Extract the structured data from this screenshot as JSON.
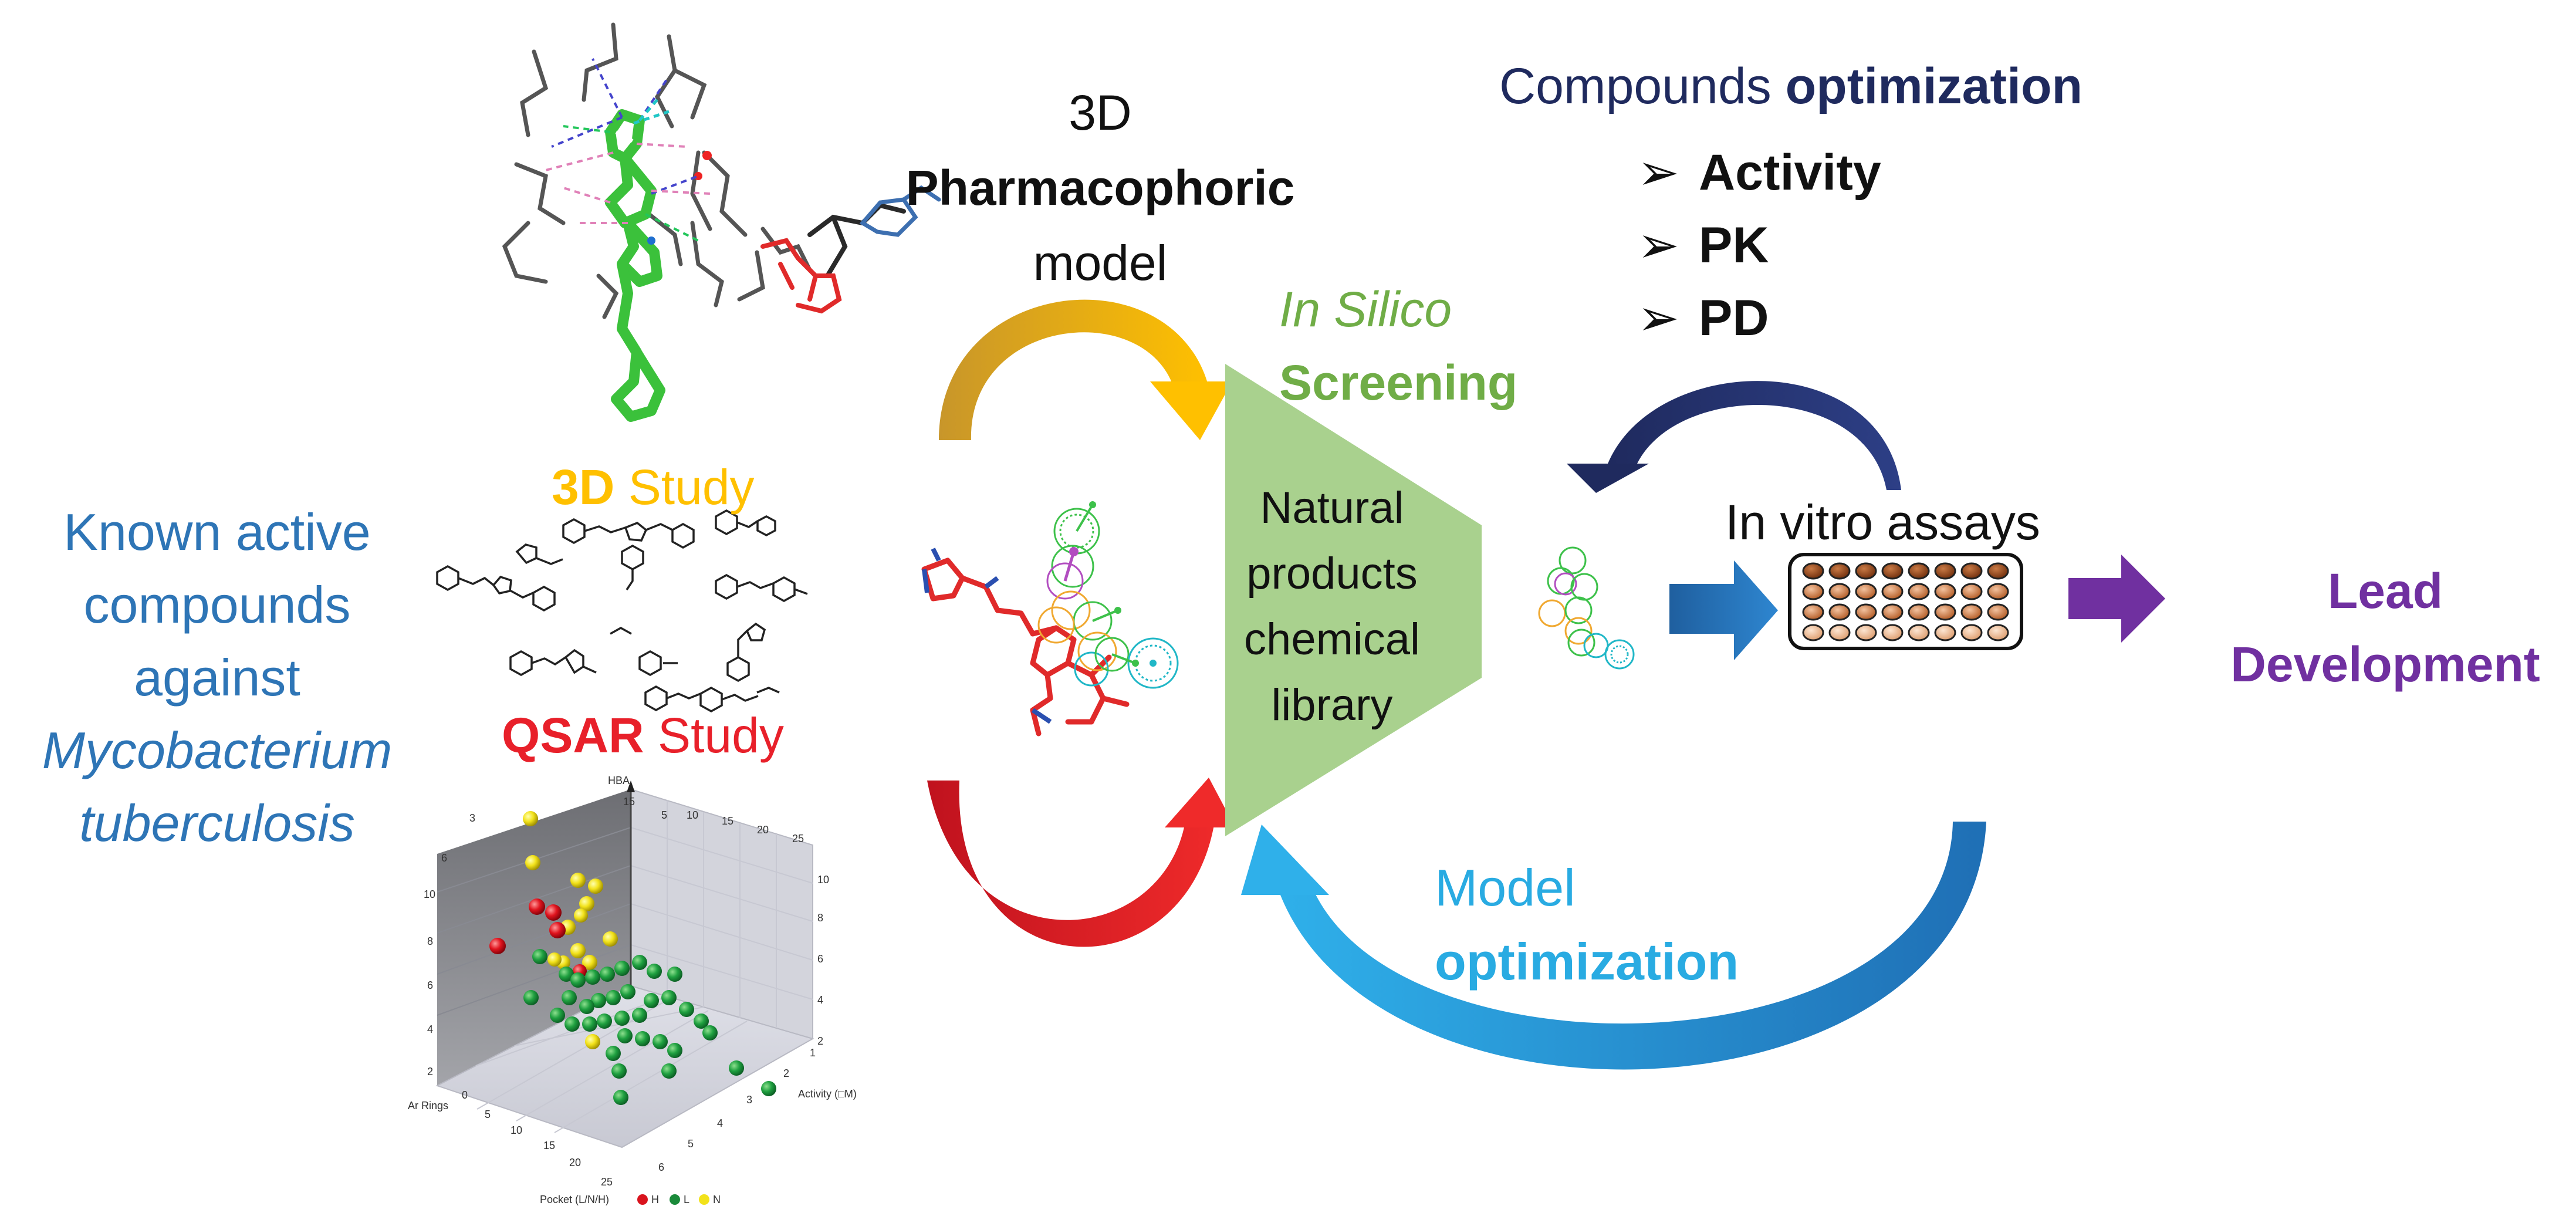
{
  "known_active": {
    "line1": "Known active",
    "line2": "compounds",
    "line3": "against",
    "line4": "Mycobacterium",
    "line5": "tuberculosis"
  },
  "study_3d": {
    "bold": "3D",
    "rest": "Study"
  },
  "study_qsar": {
    "bold": "QSAR",
    "rest": "Study"
  },
  "pharmacophore": {
    "line1": "3D",
    "line2": "Pharmacophoric",
    "line3": "model"
  },
  "in_silico": {
    "line1": "In Silico",
    "line2": "Screening"
  },
  "library": {
    "line1": "Natural",
    "line2": "products",
    "line3": "chemical",
    "line4": "library"
  },
  "compounds_opt": {
    "title_plain": "Compounds",
    "title_bold": "optimization",
    "items": [
      "Activity",
      "PK",
      "PD"
    ],
    "bullet": "➢"
  },
  "in_vitro": "In vitro assays",
  "lead": {
    "line1": "Lead",
    "line2": "Development"
  },
  "model_opt": {
    "line1": "Model",
    "line2": "optimization"
  },
  "qsar_plot": {
    "z_axis_label": "HBA",
    "x_axis_label": "Ar Rings",
    "y_axis_label": "Activity (□M)",
    "depth_axis_label": "Pocket (L/N/H)",
    "legend": [
      "H",
      "L",
      "N"
    ],
    "top_ticks": [
      "5",
      "10",
      "15",
      "20",
      "25"
    ],
    "left_ticks": [
      "10",
      "8",
      "6",
      "4",
      "2"
    ],
    "right_ticks": [
      "10",
      "8",
      "6",
      "4",
      "2"
    ],
    "bottom_left_ticks": [
      "0",
      "5",
      "10",
      "15",
      "20",
      "25"
    ],
    "bottom_right_ticks": [
      "1",
      "2",
      "3",
      "4",
      "5",
      "6"
    ],
    "left_top_ticks": [
      "6",
      "3"
    ],
    "corner_tick": "15"
  },
  "colors": {
    "blue_text": "#2e75b6",
    "yellow": "#ffc000",
    "red": "#e8202a",
    "green": "#70ad47",
    "green_wedge": "#a9d18e",
    "navy": "#1f2a5e",
    "purple": "#7030a0",
    "light_blue": "#29abe2",
    "mid_blue": "#2e75b6"
  }
}
